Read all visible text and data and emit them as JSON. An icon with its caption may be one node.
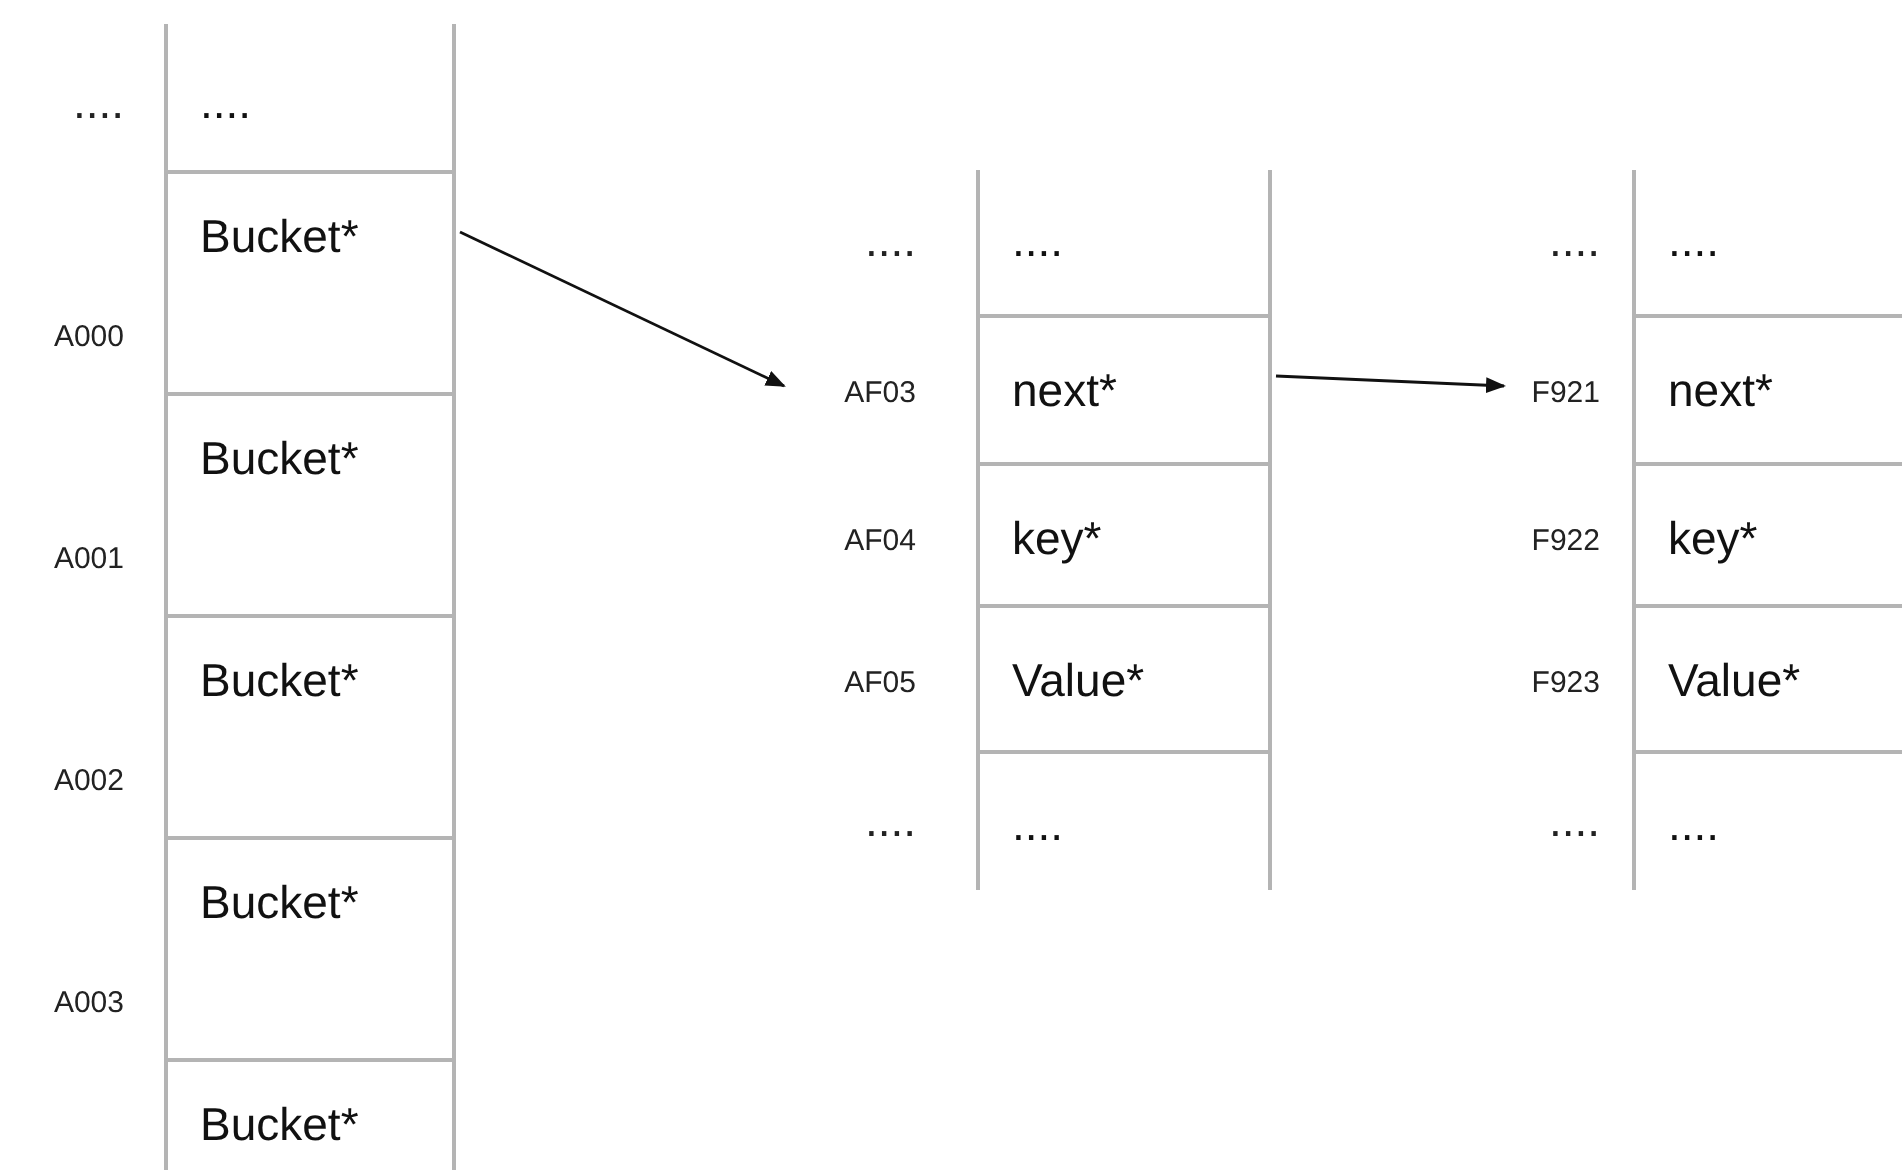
{
  "diagram": {
    "nodes": [
      {
        "text": [
          "...."
        ],
        "beside": [
          "...."
        ]
      },
      {
        "text": [
          "Bucket*"
        ],
        "beside": [
          "A000"
        ]
      },
      {
        "text": [
          "Bucket*"
        ],
        "beside": [
          "A001"
        ]
      },
      {
        "text": [
          "Bucket*"
        ],
        "beside": [
          "A002"
        ]
      },
      {
        "text": [
          "Bucket*"
        ],
        "beside": [
          "A003"
        ]
      },
      {
        "text": [
          "Bucket*"
        ]
      },
      {
        "text": [
          "...."
        ],
        "beside": [
          "...."
        ]
      },
      {
        "text": [
          "next*"
        ],
        "beside": [
          "AF03"
        ]
      },
      {
        "text": [
          "key*"
        ],
        "beside": [
          "AF04"
        ]
      },
      {
        "text": [
          "Value*"
        ],
        "beside": [
          "AF05"
        ]
      },
      {
        "text": [
          "...."
        ],
        "beside": [
          "...."
        ]
      },
      {
        "text": [
          "...."
        ],
        "beside": [
          "...."
        ]
      },
      {
        "text": [
          "next*"
        ],
        "beside": [
          "F921"
        ]
      },
      {
        "text": [
          "key*"
        ],
        "beside": [
          "F922"
        ]
      },
      {
        "text": [
          "Value*"
        ],
        "beside": [
          "F923"
        ]
      },
      {
        "text": [
          "...."
        ],
        "beside": [
          "...."
        ]
      }
    ],
    "edges": [
      {
        "from": 1,
        "to": 7,
        "arrow": "to"
      },
      {
        "from": 7,
        "to": 12,
        "arrow": "to"
      }
    ]
  }
}
